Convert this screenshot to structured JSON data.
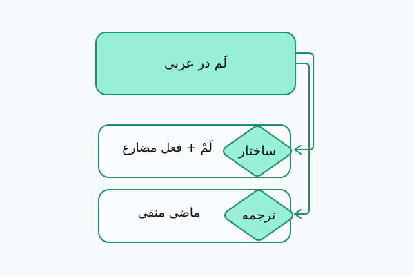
{
  "diagram": {
    "root": {
      "label": "لَم در عربی"
    },
    "branches": [
      {
        "key": "ساختار",
        "value": "لَمْ + فعل مضارع"
      },
      {
        "key": "ترجمه",
        "value": "ماضی منفی"
      }
    ]
  },
  "colors": {
    "node_fill": "#98f0d7",
    "stroke": "#1f8f64",
    "background": "#f8f9fb"
  }
}
